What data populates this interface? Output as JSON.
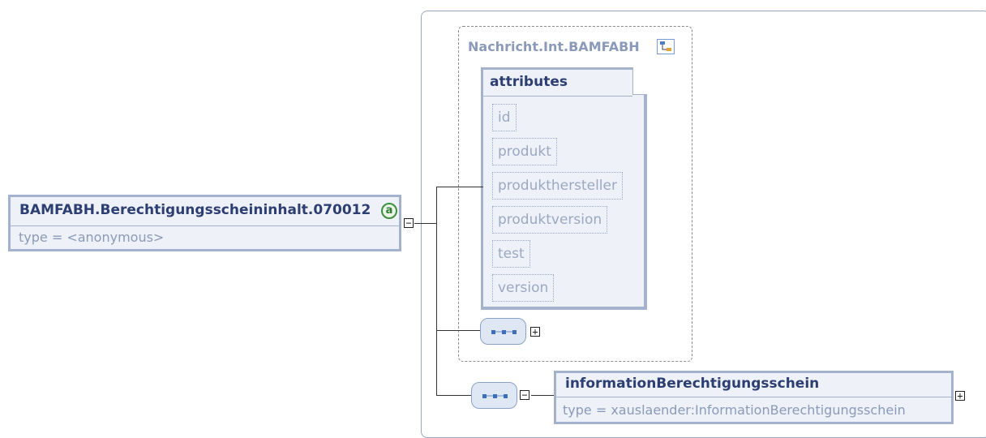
{
  "root_element": {
    "name": "BAMFABH.Berechtigungsscheininhalt.070012",
    "badge": "a",
    "type_line": "type = <anonymous>"
  },
  "type_group": {
    "title": "Nachricht.Int.BAMFABH"
  },
  "attributes": {
    "title": "attributes",
    "items": [
      "id",
      "produkt",
      "produkthersteller",
      "produktversion",
      "test",
      "version"
    ]
  },
  "child_element": {
    "name": "informationBerechtigungsschein",
    "type_line": "type = xauslaender:InformationBerechtigungsschein"
  },
  "toggles": {
    "collapse": "−",
    "expand": "+"
  },
  "colors": {
    "border": "#a5b2cd",
    "fill": "#eef1f8",
    "title": "#2c3e72",
    "muted": "#8a9ab8"
  }
}
